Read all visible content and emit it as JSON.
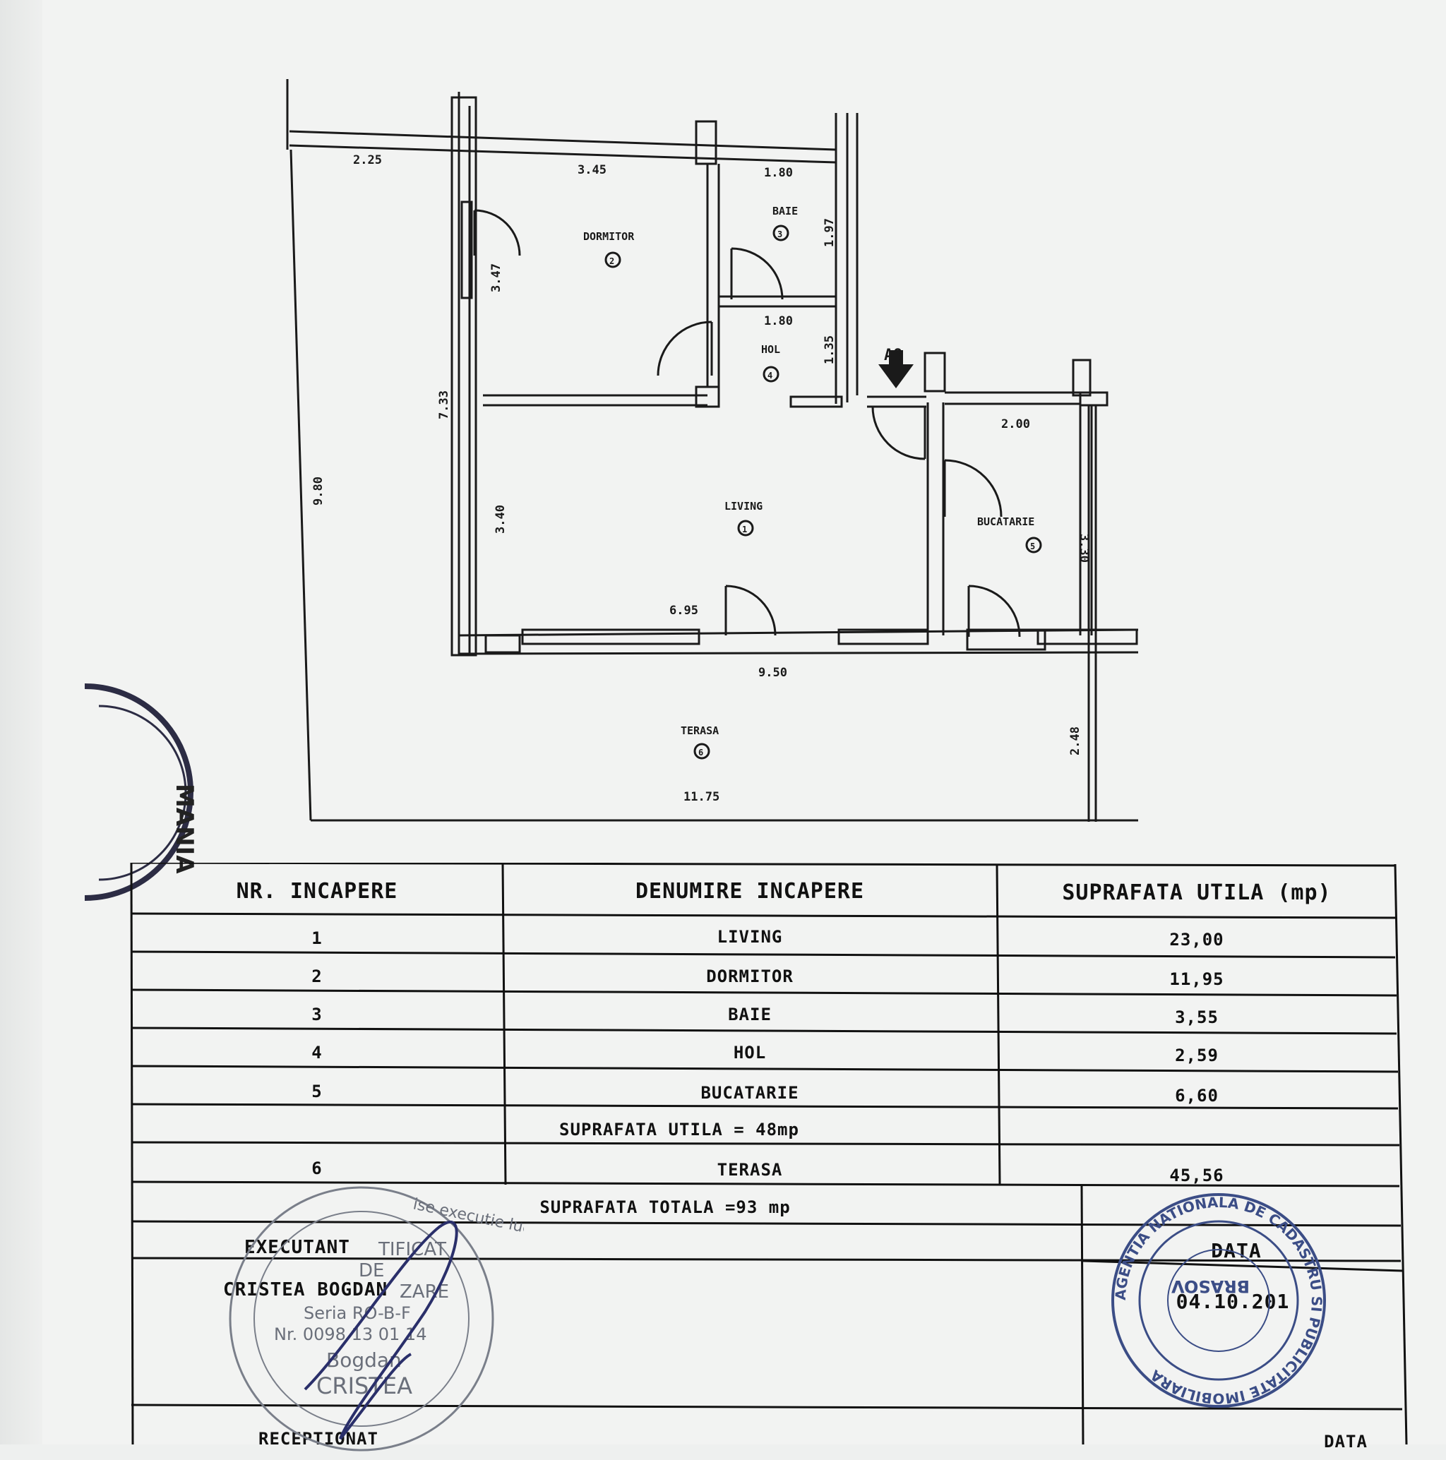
{
  "plan": {
    "rooms": {
      "dormitor": "DORMITOR",
      "baie": "BAIE",
      "hol": "HOL",
      "living": "LIVING",
      "bucatarie": "BUCATARIE",
      "terasa": "TERASA"
    },
    "room_numbers": {
      "living": "1",
      "dormitor": "2",
      "baie": "3",
      "hol": "4",
      "bucatarie": "5",
      "terasa": "6"
    },
    "dimensions": {
      "d225": "2.25",
      "d345": "3.45",
      "d180a": "1.80",
      "d197": "1.97",
      "d347": "3.47",
      "d180b": "1.80",
      "d135": "1.35",
      "d733": "7.33",
      "d980": "9.80",
      "d340": "3.40",
      "d200": "2.00",
      "d330": "3.30",
      "d695": "6.95",
      "d950": "9.50",
      "d248": "2.48",
      "d1175": "11.75"
    },
    "entrance_label": "A9"
  },
  "table": {
    "headers": [
      "NR. INCAPERE",
      "DENUMIRE INCAPERE",
      "SUPRAFATA UTILA (mp)"
    ],
    "rows": [
      {
        "nr": "1",
        "name": "LIVING",
        "area": "23,00"
      },
      {
        "nr": "2",
        "name": "DORMITOR",
        "area": "11,95"
      },
      {
        "nr": "3",
        "name": "BAIE",
        "area": "3,55"
      },
      {
        "nr": "4",
        "name": "HOL",
        "area": "2,59"
      },
      {
        "nr": "5",
        "name": "BUCATARIE",
        "area": "6,60"
      }
    ],
    "subtotal": "SUPRAFATA UTILA = 48mp",
    "terrace_row": {
      "nr": "6",
      "name": "TERASA",
      "area": "45,56"
    },
    "total": "SUPRAFATA TOTALA =93 mp",
    "executant_label": "EXECUTANT",
    "executant_name": "CRISTEA BOGDAN",
    "data_label": "DATA",
    "data_value": "04.10.201",
    "receptionat_label": "RECEPTIONAT",
    "data_label_bottom": "DATA"
  },
  "stamps": {
    "left_stamp_lines": [
      "TIFICAT",
      "DE",
      "ZARE",
      "Seria RO-B-F",
      "Nr. 0098 13 01 14",
      "Bogdan",
      "CRISTEA"
    ],
    "left_stamp_ring": "ise executie lucrari de cadastru",
    "right_stamp_ring": "AGENTIA NATIONALA DE CADASTRU SI PUBLICITATE IMOBILIARA",
    "right_stamp_inner": "BRASOV",
    "edge_stamp": "MANIA"
  }
}
